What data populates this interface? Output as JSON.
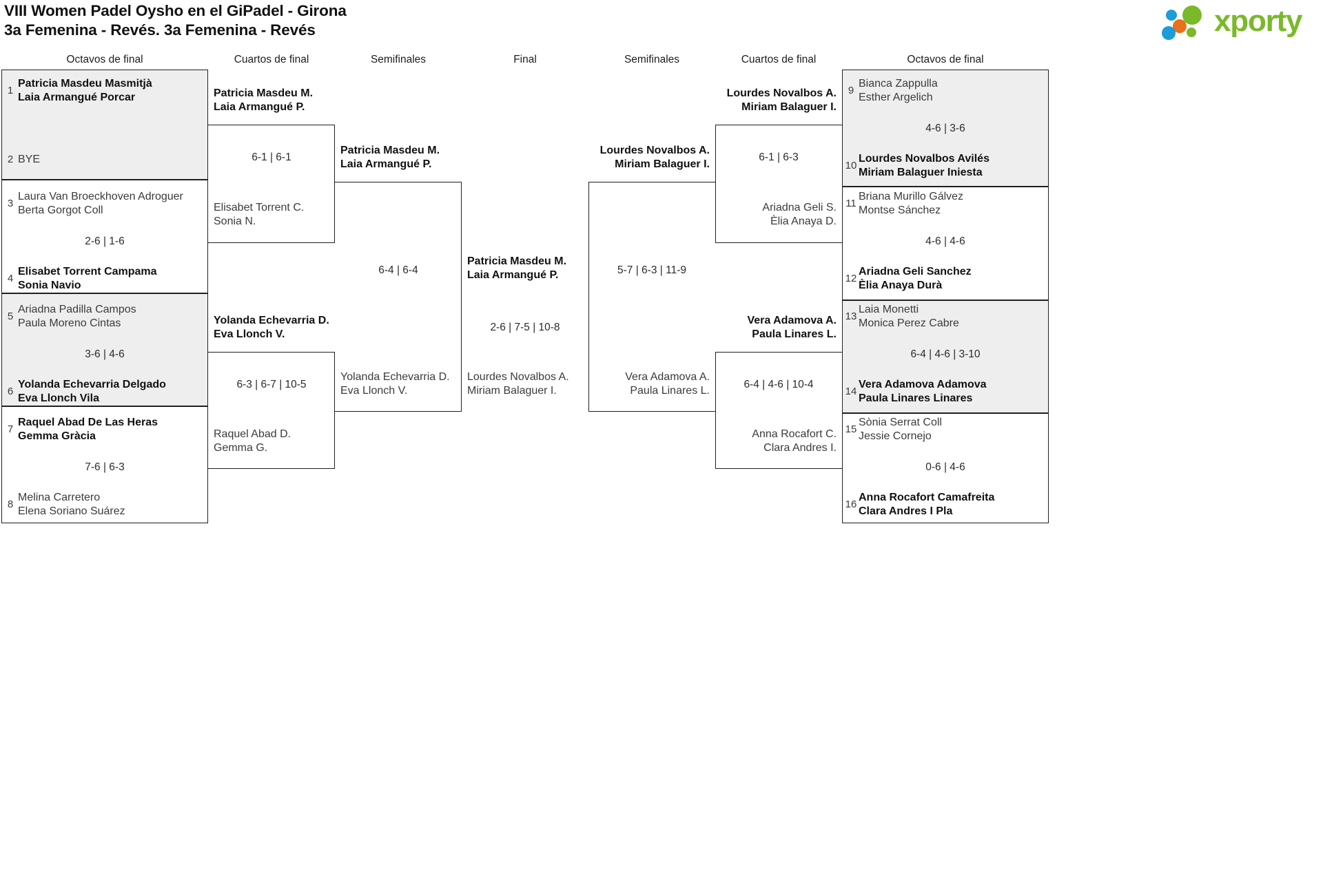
{
  "header": {
    "title_line1": "VIII Women Padel Oysho en el GiPadel - Girona",
    "title_line2": "3a Femenina - Revés. 3a Femenina - Revés",
    "logo_text": "xporty",
    "logo_colors": {
      "green": "#7ab929",
      "blue": "#1b9dd9",
      "orange": "#e8711a"
    }
  },
  "round_headers": {
    "r1_left": "Octavos de final",
    "r2_left": "Cuartos de final",
    "r3_left": "Semifinales",
    "final": "Final",
    "r3_right": "Semifinales",
    "r2_right": "Cuartos de final",
    "r1_right": "Octavos de final"
  },
  "left": {
    "round1": [
      {
        "shaded": true,
        "top": {
          "seed": "1",
          "line1": "Patricia Masdeu Masmitjà",
          "line2": "Laia Armangué Porcar",
          "result": "winner"
        },
        "bottom": {
          "seed": "2",
          "line1": "BYE",
          "line2": "",
          "result": "loser"
        },
        "score": ""
      },
      {
        "shaded": false,
        "top": {
          "seed": "3",
          "line1": "Laura Van Broeckhoven Adroguer",
          "line2": "Berta Gorgot Coll",
          "result": "loser"
        },
        "bottom": {
          "seed": "4",
          "line1": "Elisabet Torrent Campama",
          "line2": "Sonia Navio",
          "result": "winner"
        },
        "score": "2-6 | 1-6"
      },
      {
        "shaded": true,
        "top": {
          "seed": "5",
          "line1": "Ariadna Padilla Campos",
          "line2": "Paula Moreno Cintas",
          "result": "loser"
        },
        "bottom": {
          "seed": "6",
          "line1": "Yolanda Echevarria Delgado",
          "line2": "Eva Llonch Vila",
          "result": "winner"
        },
        "score": "3-6 | 4-6"
      },
      {
        "shaded": false,
        "top": {
          "seed": "7",
          "line1": "Raquel Abad De Las Heras",
          "line2": "Gemma Gràcia",
          "result": "winner"
        },
        "bottom": {
          "seed": "8",
          "line1": "Melina Carretero",
          "line2": "Elena Soriano Suárez",
          "result": "loser"
        },
        "score": "7-6 | 6-3"
      }
    ],
    "round2": [
      {
        "top": {
          "line1": "Patricia Masdeu M.",
          "line2": "Laia Armangué P.",
          "result": "winner"
        },
        "bottom": {
          "line1": "Elisabet Torrent C.",
          "line2": "Sonia N.",
          "result": "loser"
        },
        "score": "6-1 | 6-1"
      },
      {
        "top": {
          "line1": "Yolanda Echevarria D.",
          "line2": "Eva Llonch V.",
          "result": "winner"
        },
        "bottom": {
          "line1": "Raquel Abad D.",
          "line2": "Gemma G.",
          "result": "loser"
        },
        "score": "6-3 | 6-7 | 10-5"
      }
    ],
    "round3": [
      {
        "top": {
          "line1": "Patricia Masdeu M.",
          "line2": "Laia Armangué P.",
          "result": "winner"
        },
        "bottom": {
          "line1": "Yolanda Echevarria D.",
          "line2": "Eva Llonch V.",
          "result": "loser"
        },
        "score": "6-4 | 6-4"
      }
    ]
  },
  "final": {
    "top": {
      "line1": "Patricia Masdeu M.",
      "line2": "Laia Armangué P.",
      "result": "winner"
    },
    "bottom": {
      "line1": "Lourdes Novalbos A.",
      "line2": "Miriam Balaguer I.",
      "result": "loser"
    },
    "score": "2-6 | 7-5 | 10-8"
  },
  "right": {
    "round3": [
      {
        "top": {
          "line1": "Lourdes Novalbos A.",
          "line2": "Miriam Balaguer I.",
          "result": "winner"
        },
        "bottom": {
          "line1": "Vera Adamova A.",
          "line2": "Paula Linares L.",
          "result": "loser"
        },
        "score": "5-7 | 6-3 | 11-9"
      }
    ],
    "round2": [
      {
        "top": {
          "line1": "Lourdes Novalbos A.",
          "line2": "Miriam Balaguer I.",
          "result": "winner"
        },
        "bottom": {
          "line1": "Ariadna Geli S.",
          "line2": "Èlia Anaya D.",
          "result": "loser"
        },
        "score": "6-1 | 6-3"
      },
      {
        "top": {
          "line1": "Vera Adamova A.",
          "line2": "Paula Linares L.",
          "result": "winner"
        },
        "bottom": {
          "line1": "Anna Rocafort C.",
          "line2": "Clara Andres I.",
          "result": "loser"
        },
        "score": "6-4 | 4-6 | 10-4"
      }
    ],
    "round1": [
      {
        "shaded": true,
        "top": {
          "seed": "9",
          "line1": "Bianca Zappulla",
          "line2": "Esther Argelich",
          "result": "loser"
        },
        "bottom": {
          "seed": "10",
          "line1": "Lourdes Novalbos Avilés",
          "line2": "Miriam Balaguer Iniesta",
          "result": "winner"
        },
        "score": "4-6 | 3-6"
      },
      {
        "shaded": false,
        "top": {
          "seed": "11",
          "line1": "Briana Murillo Gálvez",
          "line2": "Montse Sánchez",
          "result": "loser"
        },
        "bottom": {
          "seed": "12",
          "line1": "Ariadna Geli Sanchez",
          "line2": "Èlia Anaya Durà",
          "result": "winner"
        },
        "score": "4-6 | 4-6"
      },
      {
        "shaded": true,
        "top": {
          "seed": "13",
          "line1": "Laia Monetti",
          "line2": "Monica Perez Cabre",
          "result": "loser"
        },
        "bottom": {
          "seed": "14",
          "line1": "Vera Adamova Adamova",
          "line2": "Paula Linares Linares",
          "result": "winner"
        },
        "score": "6-4 | 4-6 | 3-10"
      },
      {
        "shaded": false,
        "top": {
          "seed": "15",
          "line1": "Sònia Serrat Coll",
          "line2": "Jessie Cornejo",
          "result": "loser"
        },
        "bottom": {
          "seed": "16",
          "line1": "Anna Rocafort Camafreita",
          "line2": "Clara Andres I Pla",
          "result": "winner"
        },
        "score": "0-6 | 4-6"
      }
    ]
  }
}
